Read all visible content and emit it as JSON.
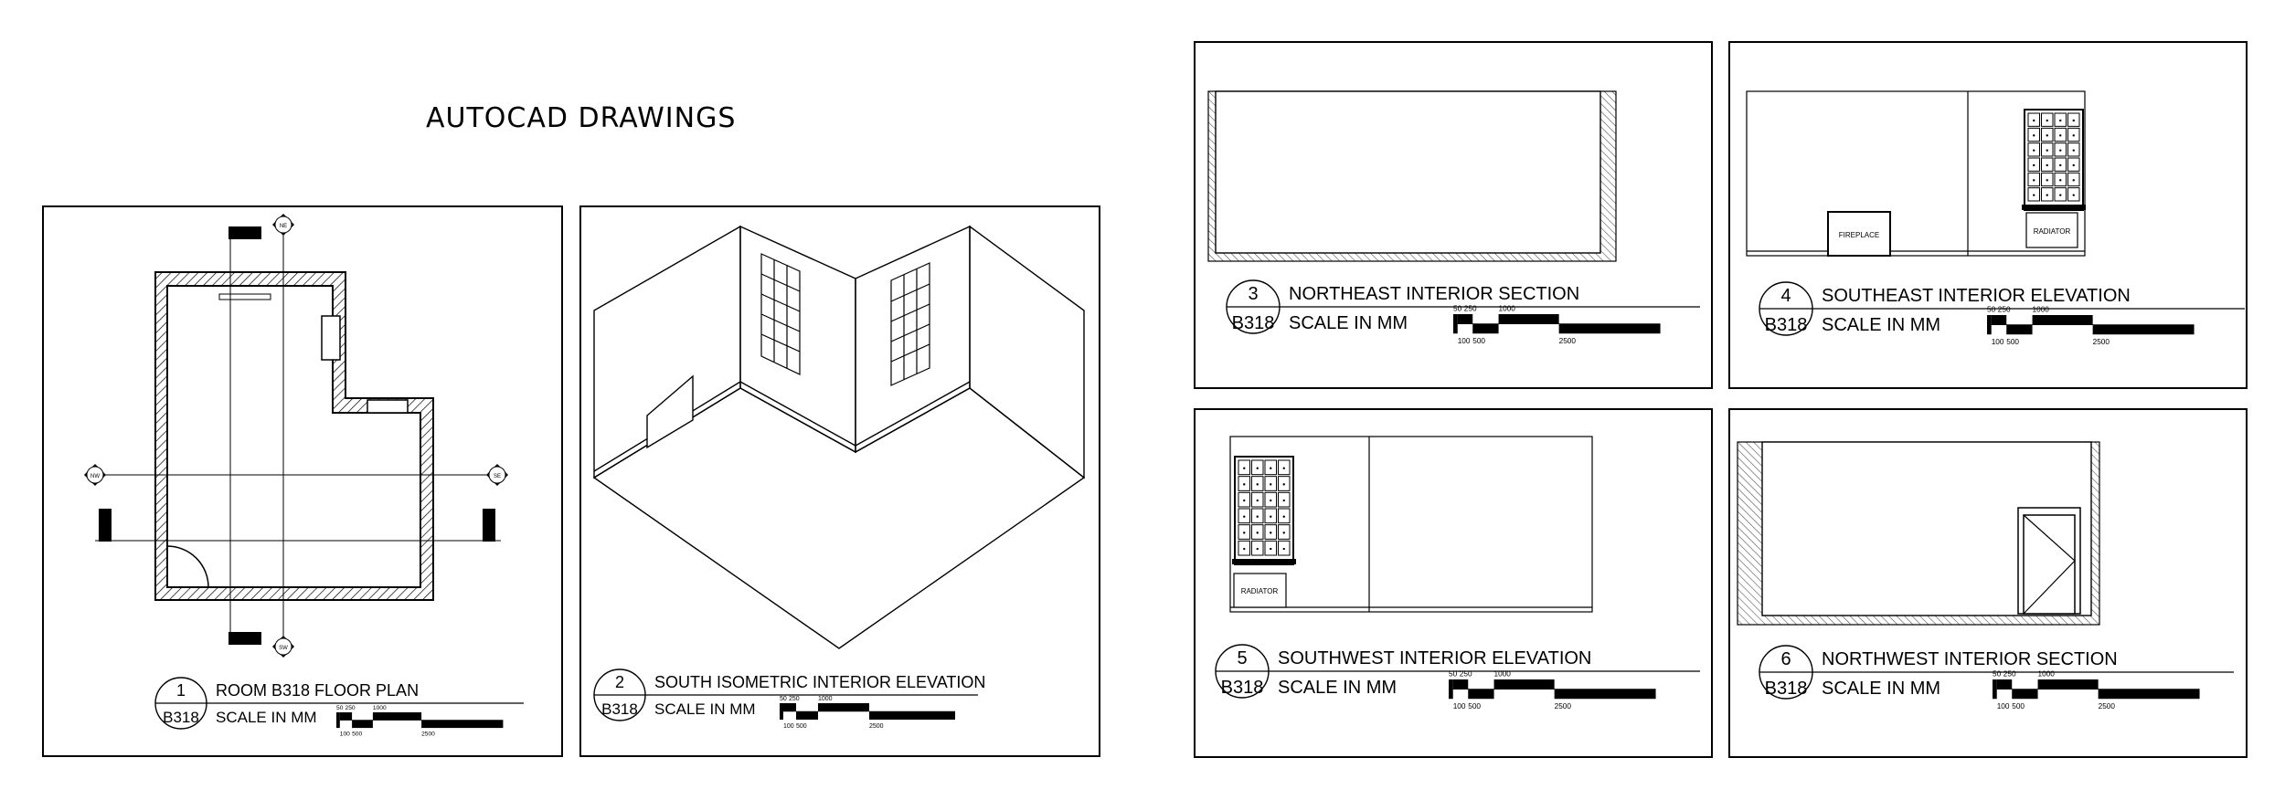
{
  "page_title": "AUTOCAD DRAWINGS",
  "room_code": "B318",
  "scale_text": "SCALE IN MM",
  "scale_bar": {
    "top_ticks": [
      "50",
      "250",
      "1000"
    ],
    "bottom_ticks": [
      "100",
      "500",
      "2500"
    ]
  },
  "floor_plan_markers": {
    "ne": "NE",
    "nw": "NW",
    "se": "SE",
    "sw": "SW"
  },
  "drawings": [
    {
      "number": "1",
      "title": "ROOM B318 FLOOR PLAN"
    },
    {
      "number": "2",
      "title": "SOUTH ISOMETRIC INTERIOR ELEVATION"
    },
    {
      "number": "3",
      "title": "NORTHEAST INTERIOR SECTION"
    },
    {
      "number": "4",
      "title": "SOUTHEAST INTERIOR ELEVATION"
    },
    {
      "number": "5",
      "title": "SOUTHWEST INTERIOR ELEVATION"
    },
    {
      "number": "6",
      "title": "NORTHWEST INTERIOR SECTION"
    }
  ],
  "labels": {
    "fireplace": "FIREPLACE",
    "radiator": "RADIATOR"
  }
}
